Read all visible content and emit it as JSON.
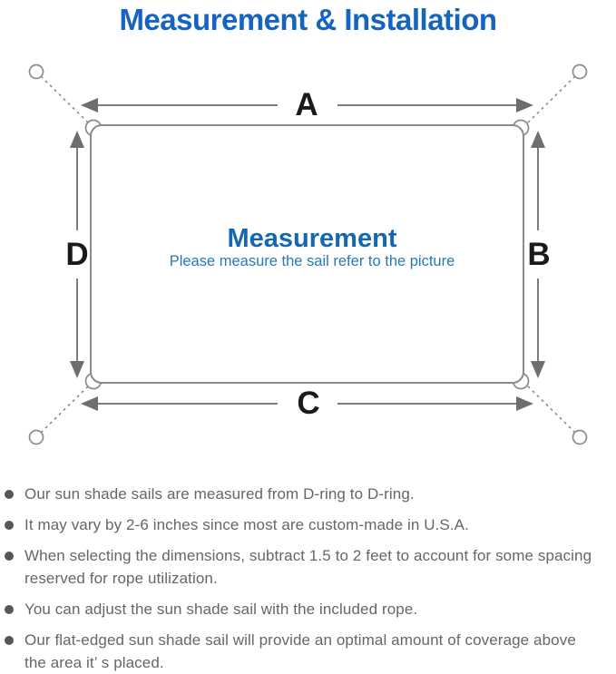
{
  "title": "Measurement & Installation",
  "diagram": {
    "labels": {
      "top": "A",
      "right": "B",
      "bottom": "C",
      "left": "D"
    },
    "center": {
      "title": "Measurement",
      "subtitle": "Please measure the sail refer to the picture"
    }
  },
  "bullets": [
    {
      "lines": [
        "Our sun shade sails are measured from D-ring to D-ring.",
        ""
      ]
    },
    {
      "lines": [
        "It may vary by 2-6 inches since most are custom-made in U.S.A.",
        ""
      ]
    },
    {
      "lines": [
        "When selecting the dimensions, subtract 1.5 to 2 feet to account for some spacing",
        "reserved for rope utilization."
      ]
    },
    {
      "lines": [
        "You can adjust the sun shade sail with the included rope.",
        ""
      ]
    },
    {
      "lines": [
        "Our flat-edged sun shade sail will provide an optimal amount of coverage above",
        "the area it’ s placed."
      ]
    }
  ],
  "colors": {
    "title_blue": "#1565c0",
    "center_title_blue": "#1467b2",
    "center_subtitle_blue": "#2979b5",
    "diagram_line_gray": "#8b8b8b",
    "arrow_gray": "#6e6e6e",
    "dimension_label_black": "#1a1a1a",
    "bullet_text_gray": "#666666"
  }
}
